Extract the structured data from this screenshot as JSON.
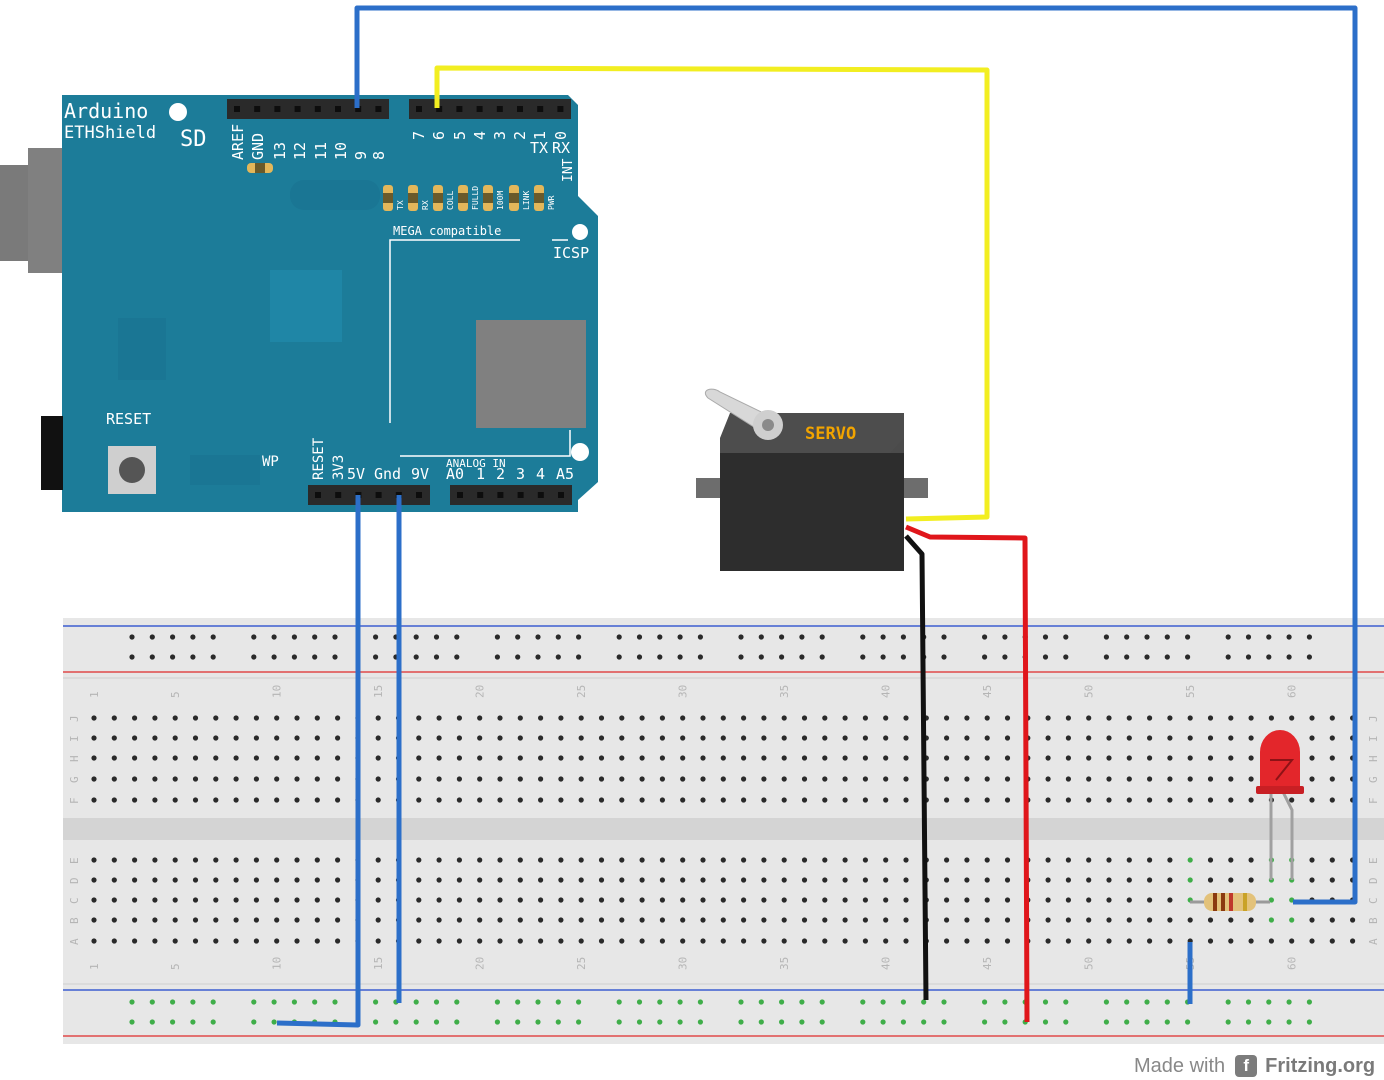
{
  "shield": {
    "brand": "Arduino",
    "model": "ETHShield",
    "sd": "SD",
    "digital_pins_left": [
      "AREF",
      "GND",
      "13",
      "12",
      "11",
      "10",
      "9",
      "8"
    ],
    "digital_pins_right": [
      "7",
      "6",
      "5",
      "4",
      "3",
      "2",
      "1",
      "0"
    ],
    "tx": "TX",
    "rx": "RX",
    "int": "INT",
    "leds": [
      "TX",
      "RX",
      "COLL",
      "FULLD",
      "100M",
      "LINK",
      "PWR"
    ],
    "mega": "MEGA compatible",
    "icsp": "ICSP",
    "reset": "RESET",
    "wp": "WP",
    "power_pins": [
      "RESET",
      "3V3",
      "5V",
      "Gnd",
      "9V"
    ],
    "analog_in": "ANALOG IN",
    "analog_pins": [
      "A0",
      "1",
      "2",
      "3",
      "4",
      "A5"
    ]
  },
  "servo": {
    "label": "SERVO"
  },
  "breadboard": {
    "column_numbers": [
      "1",
      "5",
      "10",
      "15",
      "20",
      "25",
      "30",
      "35",
      "40",
      "45",
      "50",
      "55",
      "60"
    ],
    "row_letters_top": [
      "J",
      "I",
      "H",
      "G",
      "F"
    ],
    "row_letters_bottom": [
      "E",
      "D",
      "C",
      "B",
      "A"
    ]
  },
  "wires": {
    "blue": "#2c6fc9",
    "yellow": "#f2ee21",
    "red": "#e0161b",
    "black": "#111111"
  },
  "colors": {
    "board": "#1c7c99",
    "board_dark": "#15647d",
    "breadboard": "#e8e8e8",
    "rail_red": "#e04a4a",
    "rail_blue": "#3d5fd1"
  },
  "footer": {
    "made_with": "Made with",
    "brand": "Fritzing.org"
  }
}
